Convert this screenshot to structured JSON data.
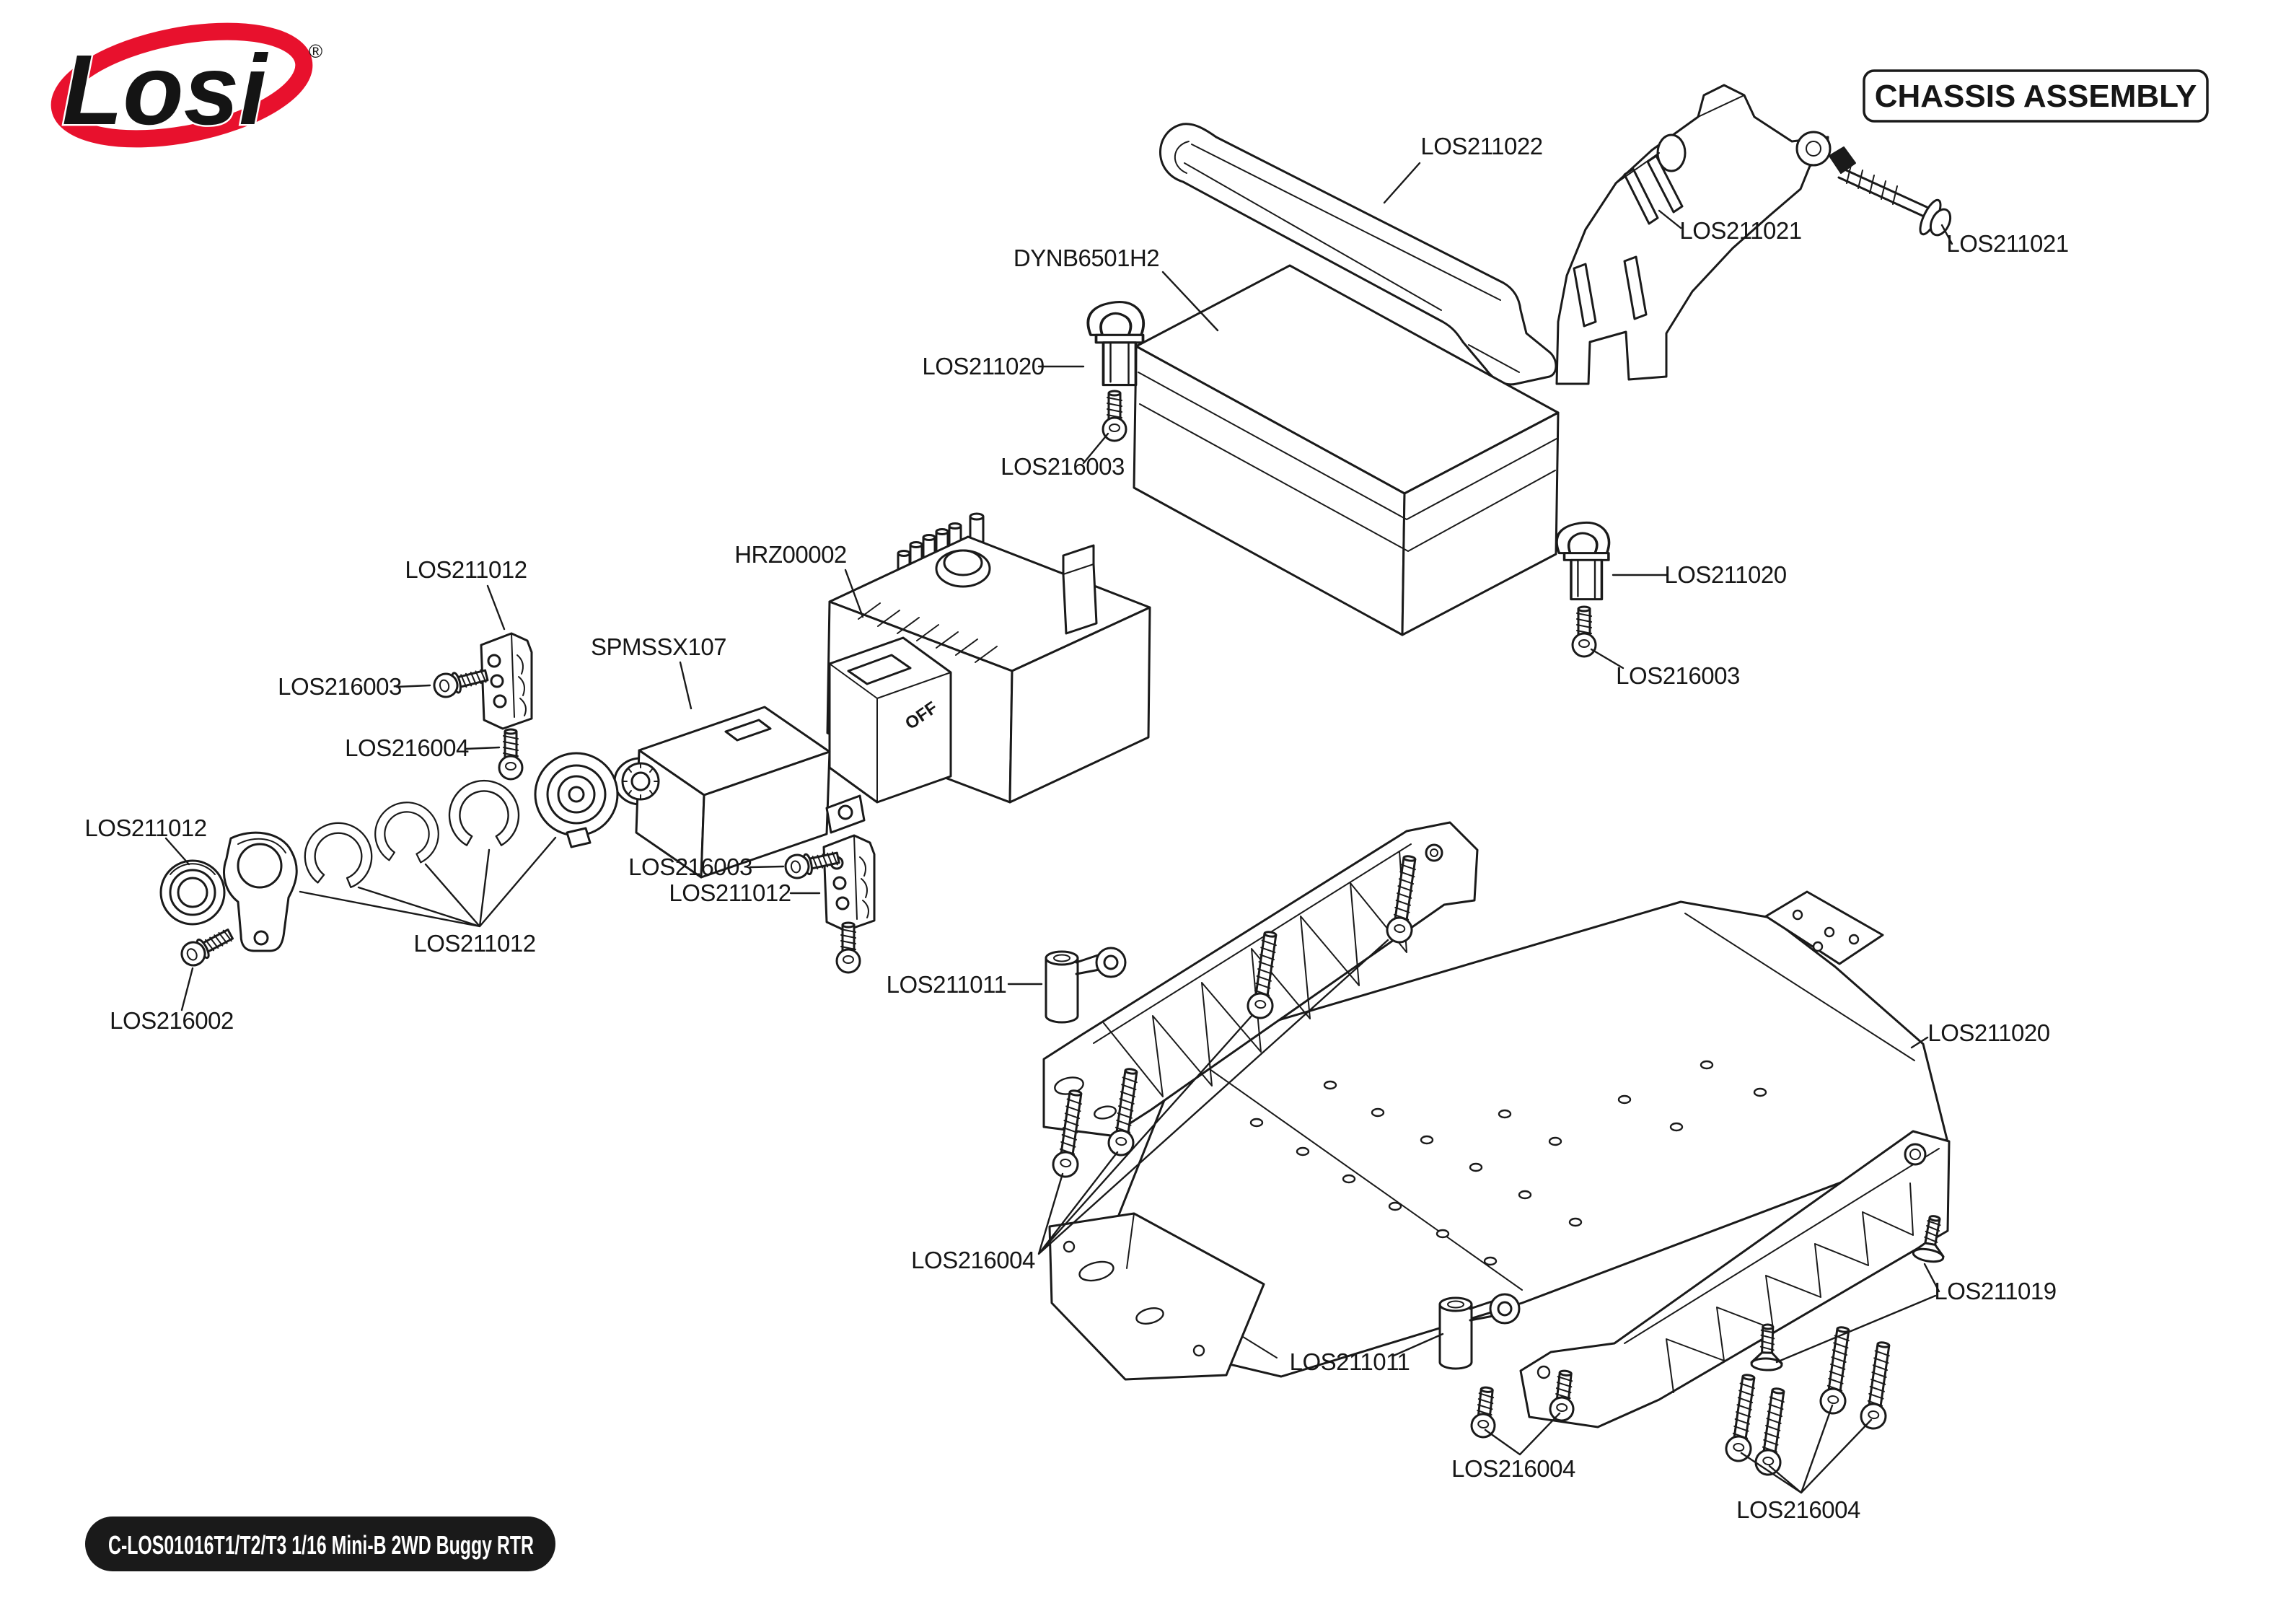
{
  "logo": {
    "brand": "Losi",
    "registered": "®",
    "swoosh_color": "#e8112d"
  },
  "title_box": {
    "text": "CHASSIS ASSEMBLY"
  },
  "footer_badge": {
    "text": "C-LOS01016T1/T2/T3 1/16 Mini-B 2WD Buggy RTR",
    "bg": "#1a1a1a",
    "fg": "#ffffff"
  },
  "esc": {
    "switch_label": "OFF"
  },
  "line_color": "#1a1a1a",
  "callouts": [
    {
      "part": "LOS211022"
    },
    {
      "part": "LOS211021"
    },
    {
      "part": "LOS211021"
    },
    {
      "part": "DYNB6501H2"
    },
    {
      "part": "LOS211020"
    },
    {
      "part": "LOS216003"
    },
    {
      "part": "LOS211012"
    },
    {
      "part": "LOS216003"
    },
    {
      "part": "LOS216004"
    },
    {
      "part": "SPMSSX107"
    },
    {
      "part": "HRZ00002"
    },
    {
      "part": "LOS211020"
    },
    {
      "part": "LOS216003"
    },
    {
      "part": "LOS216003"
    },
    {
      "part": "LOS211012"
    },
    {
      "part": "LOS211012"
    },
    {
      "part": "LOS216002"
    },
    {
      "part": "LOS211012"
    },
    {
      "part": "LOS211011"
    },
    {
      "part": "LOS216004"
    },
    {
      "part": "LOS211011"
    },
    {
      "part": "LOS211020"
    },
    {
      "part": "LOS211019"
    },
    {
      "part": "LOS216004"
    },
    {
      "part": "LOS216004"
    }
  ]
}
